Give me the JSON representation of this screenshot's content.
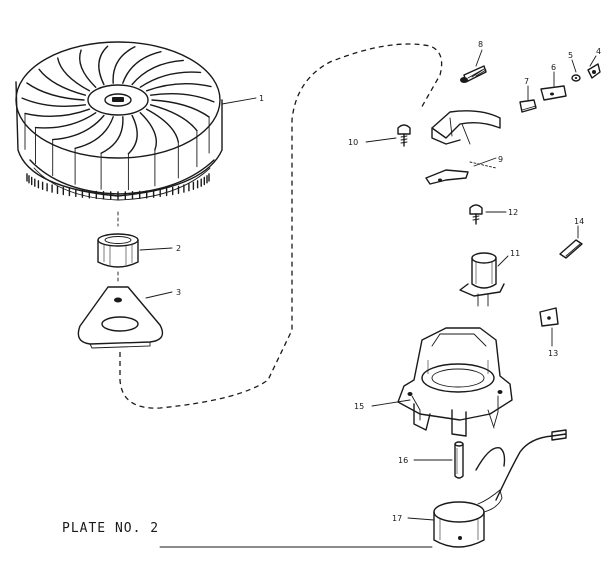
{
  "plate": {
    "title": "PLATE NO. 2"
  },
  "callouts": {
    "flywheel": "1",
    "spacer": "2",
    "key_plate": "3",
    "cap": "4",
    "washer": "5",
    "contact_set": "6",
    "contact_point": "7",
    "bolt": "8",
    "spring_clip": "9",
    "screw_10": "10",
    "condenser": "11",
    "screw_12": "12",
    "gasket": "13",
    "wire_clip": "14",
    "stator_plate": "15",
    "shaft_pin": "16",
    "coil": "17"
  },
  "colors": {
    "ink": "#1a1a1a",
    "paper": "#ffffff"
  }
}
